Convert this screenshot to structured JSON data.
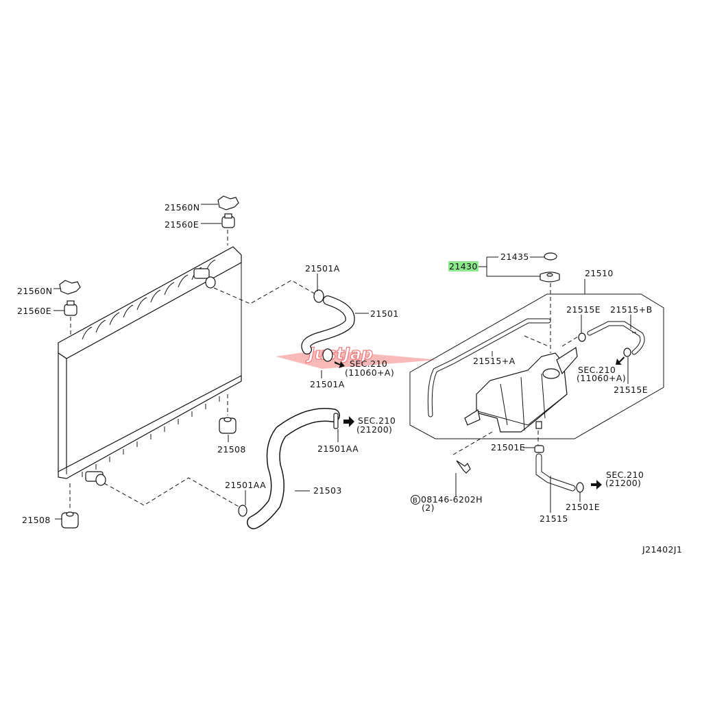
{
  "diagram_id": "J21402J1",
  "watermark": "JustJap",
  "highlight_color": "#8ee88e",
  "radiator_group": {
    "mount_clip_top": "21560N",
    "mount_bush_top": "21560E",
    "mount_clip_left": "21560N",
    "mount_bush_left": "21560E",
    "lower_mount_right": "21508",
    "lower_mount_left": "21508"
  },
  "upper_hose": {
    "clamp_top": "21501A",
    "hose": "21501",
    "clamp_bottom": "21501A",
    "sec_ref": "SEC.210",
    "sec_sub": "(11060+A)"
  },
  "lower_hose": {
    "clamp_right": "21501AA",
    "clamp_left": "21501AA",
    "hose": "21503",
    "sec_ref": "SEC.210",
    "sec_sub": "(21200)"
  },
  "reservoir_group": {
    "cap_assy": "21430",
    "seal": "21435",
    "tank_assy": "21510",
    "hose_a": "21515+A",
    "hose_b": "21515+B",
    "clamp_e_top": "21515E",
    "clamp_e_right": "21515E",
    "sec_ref_upper": "SEC.210",
    "sec_sub_upper": "(11060+A)",
    "clamp_501e_top": "21501E",
    "clamp_501e_bottom": "21501E",
    "hose_bottom": "21515",
    "sec_ref_lower": "SEC.210",
    "sec_sub_lower": "(21200)",
    "bolt_marker": "B",
    "bolt": "08146-6202H",
    "bolt_qty": "(2)"
  }
}
